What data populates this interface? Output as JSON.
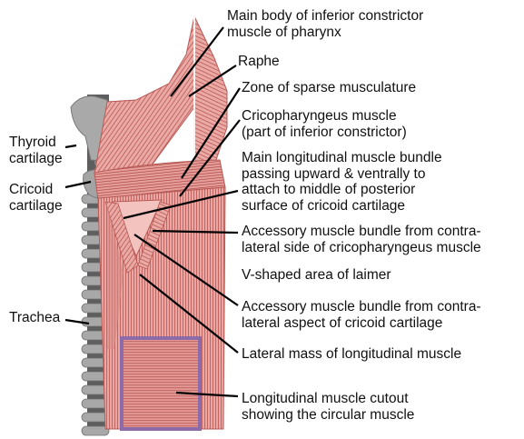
{
  "labels": {
    "main_body": "Main body of inferior constrictor\nmuscle of pharynx",
    "raphe": "Raphe",
    "sparse_zone": "Zone of sparse musculature",
    "cricopharyngeus": "Cricopharyngeus muscle\n(part of inferior constrictor)",
    "longitudinal_bundle": "Main longitudinal muscle bundle\npassing upward & ventrally to\nattach to middle of posterior\nsurface of cricoid cartilage",
    "accessory_contra_side": "Accessory muscle bundle from contra-\nlateral side of cricopharyngeus muscle",
    "v_shaped": "V-shaped area of laimer",
    "accessory_contra_aspect": "Accessory muscle bundle from contra-\nlateral aspect of cricoid cartilage",
    "lateral_mass": "Lateral mass of longitudinal muscle",
    "cutout": "Longitudinal muscle cutout\nshowing the circular muscle",
    "thyroid": "Thyroid\ncartilage",
    "cricoid": "Cricoid\ncartilage",
    "trachea": "Trachea"
  },
  "colors": {
    "muscle": "#e8a39f",
    "muscle_dark": "#c96d69",
    "fiber": "#a8403d",
    "cartilage": "#a6a6a6",
    "cartilage_dark": "#6f6f6f",
    "cutout_border": "#8d6ba8",
    "leader": "#000000"
  }
}
